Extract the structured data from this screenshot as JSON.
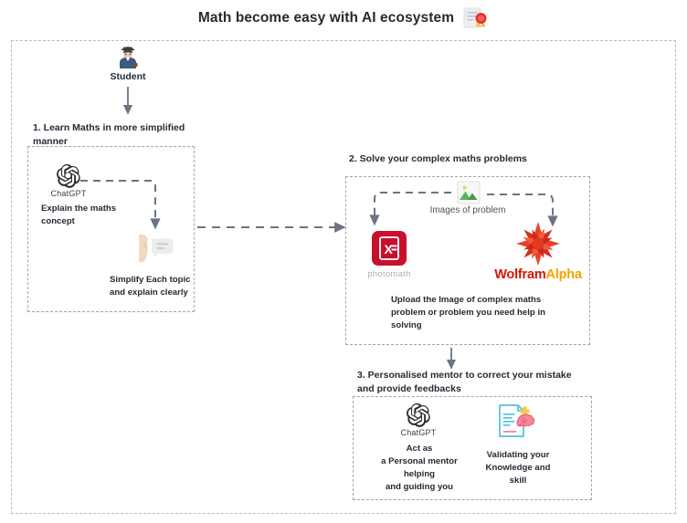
{
  "header": {
    "title": "Math become easy with AI ecosystem",
    "badge_icon": "certificate-award-icon"
  },
  "colors": {
    "text": "#232b33",
    "frame_dash": "#b9bdc2",
    "box_dash": "#9fa5ad",
    "arrow": "#6b7480",
    "photomath_red": "#c8102e",
    "wolfram_red": "#dd1100",
    "wolfram_orange": "#f5a300",
    "brain_pink": "#f4889b",
    "doc_blue": "#4ec3e0"
  },
  "actor": {
    "icon": "student-icon",
    "label": "Student"
  },
  "steps": [
    {
      "id": "step-1",
      "heading": "1. Learn Maths in more simplified manner",
      "nodes": [
        {
          "id": "chatgpt-explain",
          "icon": "chatgpt-logo-icon",
          "icon_label": "ChatGPT",
          "caption": "Explain the maths\nconcept"
        },
        {
          "id": "simplify-output",
          "icon": "face-speech-bubble-icon",
          "caption": "Simplify Each topic\nand explain clearly"
        }
      ]
    },
    {
      "id": "step-2",
      "heading": "2. Solve your complex maths problems",
      "input_icon": "image-photo-icon",
      "input_label": "Images of problem",
      "nodes": [
        {
          "id": "photomath",
          "icon": "photomath-logo-icon",
          "icon_label": "photomath"
        },
        {
          "id": "wolframalpha",
          "icon": "wolfram-burst-icon",
          "icon_label_part1": "Wolfram",
          "icon_label_part2": "Alpha"
        }
      ],
      "caption": "Upload the Image of complex maths\nproblem or problem you need help in\nsolving"
    },
    {
      "id": "step-3",
      "heading": "3. Personalised mentor  to correct your mistake and provide feedbacks",
      "nodes": [
        {
          "id": "chatgpt-mentor",
          "icon": "chatgpt-logo-icon",
          "icon_label": "ChatGPT",
          "caption": "Act as\na Personal mentor\nhelping\nand guiding you"
        },
        {
          "id": "validate-knowledge",
          "icon": "report-brain-icon",
          "caption": "Validating your\nKnowledge and\nskill"
        }
      ]
    }
  ],
  "connectors": [
    {
      "id": "student-to-step1",
      "type": "solid-down-arrow"
    },
    {
      "id": "chatgpt-to-simplify",
      "type": "dashed-elbow-arrow"
    },
    {
      "id": "step1-to-step2",
      "type": "dashed-right-arrow"
    },
    {
      "id": "image-to-photomath",
      "type": "dashed-elbow-arrow"
    },
    {
      "id": "image-to-wolfram",
      "type": "dashed-elbow-arrow"
    },
    {
      "id": "step2-to-step3",
      "type": "solid-down-arrow"
    }
  ]
}
